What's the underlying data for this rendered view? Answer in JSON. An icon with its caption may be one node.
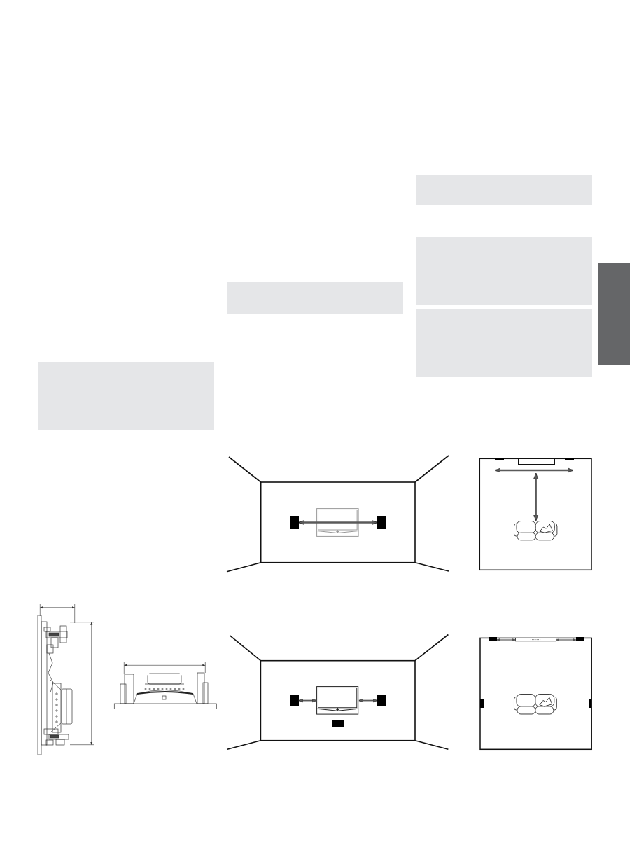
{
  "diagram": {
    "nodes": [
      {
        "text": [],
        "shape": "box"
      },
      {
        "text": [],
        "shape": "box"
      },
      {
        "text": [],
        "shape": "box"
      },
      {
        "text": [],
        "shape": "picture"
      },
      {
        "text": [],
        "shape": "box"
      },
      {
        "text": [],
        "shape": "picture"
      },
      {
        "text": [],
        "shape": "box"
      },
      {
        "text": [],
        "shape": "box"
      },
      {
        "text": [],
        "shape": "bar"
      },
      {
        "text": [],
        "shape": "box"
      }
    ],
    "edges": [
      {
        "from": 1,
        "to": 2,
        "arrow": "both"
      },
      {
        "from": null,
        "to": 3,
        "arrow": "both"
      },
      {
        "from": 4,
        "to": 5,
        "arrow": "both"
      },
      {
        "from": 5,
        "to": 6,
        "arrow": "both"
      },
      {
        "from": 7,
        "to": 8,
        "arrow": "both"
      },
      {
        "from": 8,
        "to": 9,
        "arrow": "both"
      }
    ]
  }
}
